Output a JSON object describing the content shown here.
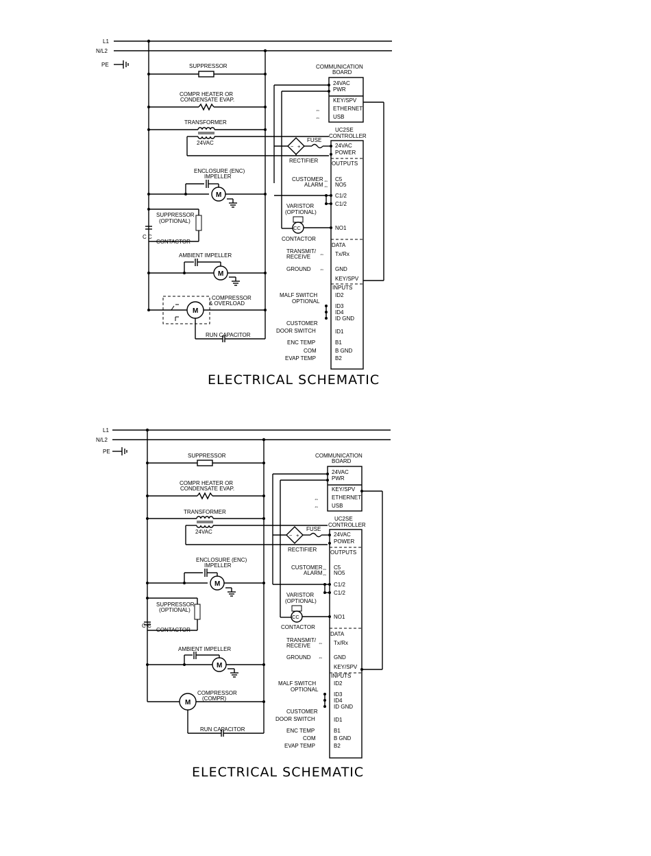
{
  "schematics": [
    {
      "power": {
        "l1": "L1",
        "n": "N/L2",
        "pe": "PE"
      },
      "left": {
        "suppressor": "SUPPRESSOR",
        "heater1": "COMPR HEATER OR",
        "heater2": "CONDENSATE EVAP.",
        "transformer": "TRANSFORMER",
        "v24": "24VAC",
        "enc1": "ENCLOSURE (ENC)",
        "enc2": "IMPELLER",
        "supopt1": "SUPPRESSOR",
        "supopt2": "(OPTIONAL)",
        "cc": "C C",
        "contactor": "CONTACTOR",
        "ambient": "AMBIENT IMPELLER",
        "comp1": "COMPRESSOR",
        "comp2": "& OVERLOAD",
        "runcap": "RUN CAPACITOR",
        "motor": "M"
      },
      "right": {
        "comm1": "COMMUNICATION",
        "comm2": "BOARD",
        "c24": "24VAC",
        "pwr": "PWR",
        "keyspv": "KEY/SPV",
        "ethernet": "ETHERNET",
        "usb": "USB",
        "uc1": "UC2SE",
        "uc2": "CONTROLLER",
        "fuse": "FUSE",
        "rect": "RECTIFIER",
        "p24": "24VAC",
        "power": "POWER",
        "outputs": "OUTPUTS",
        "cust1": "CUSTOMER",
        "cust2": "ALARM",
        "c5": "C5",
        "no5": "NO5",
        "c12a": "C1/2",
        "c12b": "C1/2",
        "var1": "VARISTOR",
        "var2": "(OPTIONAL)",
        "cc": "CC",
        "contactor": "CONTACTOR",
        "no1": "NO1",
        "data": "DATA",
        "tx1": "TRANSMIT/",
        "tx2": "RECEIVE",
        "txrx": "Tx/Rx",
        "ground": "GROUND",
        "gnd": "GND",
        "keyspv2": "KEY/SPV",
        "inputs": "INPUTS",
        "malf": "MALF SWITCH",
        "opt": "OPTIONAL",
        "id2": "ID2",
        "id3": "ID3",
        "id4": "ID4",
        "idgnd": "ID GND",
        "custin": "CUSTOMER",
        "door": "DOOR SWITCH",
        "id1": "ID1",
        "enctemp": "ENC TEMP",
        "com": "COM",
        "evap": "EVAP TEMP",
        "b1": "B1",
        "bgnd": "B GND",
        "b2": "B2"
      },
      "caption": "ELECTRICAL  SCHEMATIC"
    },
    {
      "power": {
        "l1": "L1",
        "n": "N/L2",
        "pe": "PE"
      },
      "left": {
        "suppressor": "SUPPRESSOR",
        "heater1": "COMPR HEATER OR",
        "heater2": "CONDENSATE EVAP.",
        "transformer": "TRANSFORMER",
        "v24": "24VAC",
        "enc1": "ENCLOSURE (ENC)",
        "enc2": "IMPELLER",
        "supopt1": "SUPPRESSOR",
        "supopt2": "(OPTIONAL)",
        "cc": "C C",
        "contactor": "CONTACTOR",
        "ambient": "AMBIENT IMPELLER",
        "comp1": "COMPRESSOR",
        "comp2": "(COMPR)",
        "runcap": "RUN CAPACITOR",
        "motor": "M"
      },
      "right": {
        "comm1": "COMMUNICATION",
        "comm2": "BOARD",
        "c24": "24VAC",
        "pwr": "PWR",
        "keyspv": "KEY/SPV",
        "ethernet": "ETHERNET",
        "usb": "USB",
        "uc1": "UC2SE",
        "uc2": "CONTROLLER",
        "fuse": "FUSE",
        "rect": "RECTIFIER",
        "p24": "24VAC",
        "power": "POWER",
        "outputs": "OUTPUTS",
        "cust1": "CUSTOMER",
        "cust2": "ALARM",
        "c5": "C5",
        "no5": "NO5",
        "c12a": "C1/2",
        "c12b": "C1/2",
        "var1": "VARISTOR",
        "var2": "(OPTIONAL)",
        "cc": "CC",
        "contactor": "CONTACTOR",
        "no1": "NO1",
        "data": "DATA",
        "tx1": "TRANSMIT/",
        "tx2": "RECEIVE",
        "txrx": "Tx/Rx",
        "ground": "GROUND",
        "gnd": "GND",
        "keyspv2": "KEY/SPV",
        "inputs": "INPUTS",
        "malf": "MALF SWITCH",
        "opt": "OPTIONAL",
        "id2": "ID2",
        "id3": "ID3",
        "id4": "ID4",
        "idgnd": "ID GND",
        "custin": "CUSTOMER",
        "door": "DOOR SWITCH",
        "id1": "ID1",
        "enctemp": "ENC TEMP",
        "com": "COM",
        "evap": "EVAP TEMP",
        "b1": "B1",
        "bgnd": "B GND",
        "b2": "B2"
      },
      "caption": "ELECTRICAL  SCHEMATIC"
    }
  ]
}
